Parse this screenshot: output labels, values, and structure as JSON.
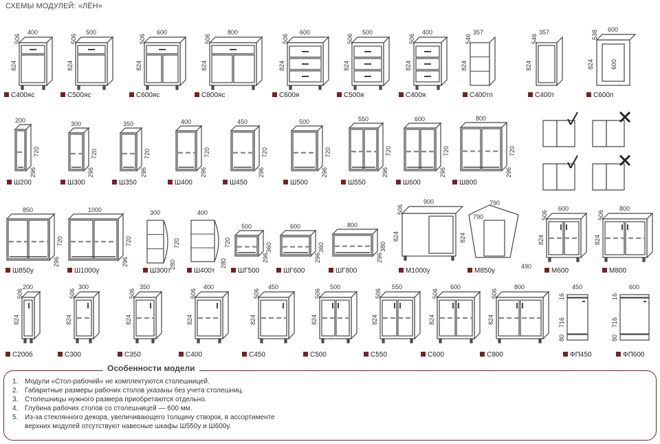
{
  "title": "СХЕМЫ МОДУЛЕЙ: «ЛЁН»",
  "colors": {
    "accent": "#7a2020",
    "line": "#444444"
  },
  "modules": [
    {
      "label": "С400яс",
      "w": "400",
      "h": "824",
      "d": "506"
    },
    {
      "label": "С500яс",
      "w": "500",
      "h": "824",
      "d": "506"
    },
    {
      "label": "С600яс",
      "w": "600",
      "h": "824",
      "d": "506"
    },
    {
      "label": "С800яс",
      "w": "800",
      "h": "824",
      "d": "506"
    },
    {
      "label": "С600я",
      "w": "600",
      "h": "824",
      "d": "506"
    },
    {
      "label": "С500я",
      "w": "500",
      "h": "824",
      "d": "506"
    },
    {
      "label": "С400я",
      "w": "400",
      "h": "824",
      "d": "506"
    },
    {
      "label": "С400тп",
      "w": "357",
      "h": "824",
      "d": "546"
    },
    {
      "label": "С400т",
      "w": "357",
      "h": "824",
      "d": "546"
    },
    {
      "label": "С600п",
      "w": "600",
      "h": "824",
      "d": "538",
      "inner": "600"
    },
    {
      "label": "Ш200",
      "w": "200",
      "h": "720",
      "d": "296"
    },
    {
      "label": "Ш300",
      "w": "300",
      "h": "720",
      "d": "296"
    },
    {
      "label": "Ш350",
      "w": "350",
      "h": "720",
      "d": "296"
    },
    {
      "label": "Ш400",
      "w": "400",
      "h": "720",
      "d": "296"
    },
    {
      "label": "Ш450",
      "w": "450",
      "h": "720",
      "d": "296"
    },
    {
      "label": "Ш500",
      "w": "500",
      "h": "720",
      "d": "296"
    },
    {
      "label": "Ш550",
      "w": "550",
      "h": "720",
      "d": "296"
    },
    {
      "label": "Ш600",
      "w": "600",
      "h": "720",
      "d": "296"
    },
    {
      "label": "Ш800",
      "w": "800",
      "h": "720",
      "d": "296"
    },
    {
      "label": "Ш850у",
      "w": "850",
      "h": "720",
      "d": "296"
    },
    {
      "label": "Ш1000у",
      "w": "1000",
      "h": "720",
      "d": "296"
    },
    {
      "label": "Ш300т",
      "w": "300",
      "h": "720",
      "d": "280"
    },
    {
      "label": "Ш400т",
      "w": "400",
      "h": "720",
      "d": "280"
    },
    {
      "label": "ШГ500",
      "w": "500",
      "h": "360",
      "d": "296"
    },
    {
      "label": "ШГ600",
      "w": "600",
      "h": "360",
      "d": "296"
    },
    {
      "label": "ШГ800",
      "w": "800",
      "h": "380",
      "d": "296"
    },
    {
      "label": "М1000у",
      "w": "900",
      "h": "824",
      "d": "506"
    },
    {
      "label": "М850у",
      "w": "790",
      "h": "824",
      "d": "790",
      "d2": "490"
    },
    {
      "label": "М600",
      "w": "600",
      "h": "824",
      "d": "506"
    },
    {
      "label": "М800",
      "w": "800",
      "h": "824",
      "d": "506"
    },
    {
      "label": "С200б",
      "w": "200",
      "h": "824",
      "d": "506"
    },
    {
      "label": "С300",
      "w": "300",
      "h": "824",
      "d": "506"
    },
    {
      "label": "С350",
      "w": "350",
      "h": "824",
      "d": "506"
    },
    {
      "label": "С400",
      "w": "400",
      "h": "824",
      "d": "506"
    },
    {
      "label": "С450",
      "w": "450",
      "h": "824",
      "d": "506"
    },
    {
      "label": "С500",
      "w": "500",
      "h": "824",
      "d": "506"
    },
    {
      "label": "С550",
      "w": "550",
      "h": "824",
      "d": "506"
    },
    {
      "label": "С600",
      "w": "600",
      "h": "824",
      "d": "506"
    },
    {
      "label": "С800",
      "w": "800",
      "h": "824",
      "d": "506"
    },
    {
      "label": "ФП450",
      "w": "450",
      "h": "716",
      "top": "16",
      "bot": "80"
    },
    {
      "label": "ФП600",
      "w": "600",
      "h": "716",
      "top": "16",
      "bot": "80"
    }
  ],
  "notes": {
    "title": "Особенности модели",
    "items": [
      {
        "num": "1.",
        "text": "Модули «Стол-рабочий» не комплектуются столешницей."
      },
      {
        "num": "2.",
        "text": "Габаритные размеры рабочих столов указаны без учета столешниц."
      },
      {
        "num": "3.",
        "text": "Столешницы нужного размера приобретаются отдельно."
      },
      {
        "num": "4.",
        "text": "Глубина рабочих столов со столешницей — 600 мм."
      },
      {
        "num": "5.",
        "text": "Из-за стеклянного декора, увеличивающего толщину створок, в ассортименте"
      },
      {
        "num": "",
        "text": "верхних модулей отсутствуют навесные шкафы Ш550у и Ш600у."
      }
    ]
  }
}
